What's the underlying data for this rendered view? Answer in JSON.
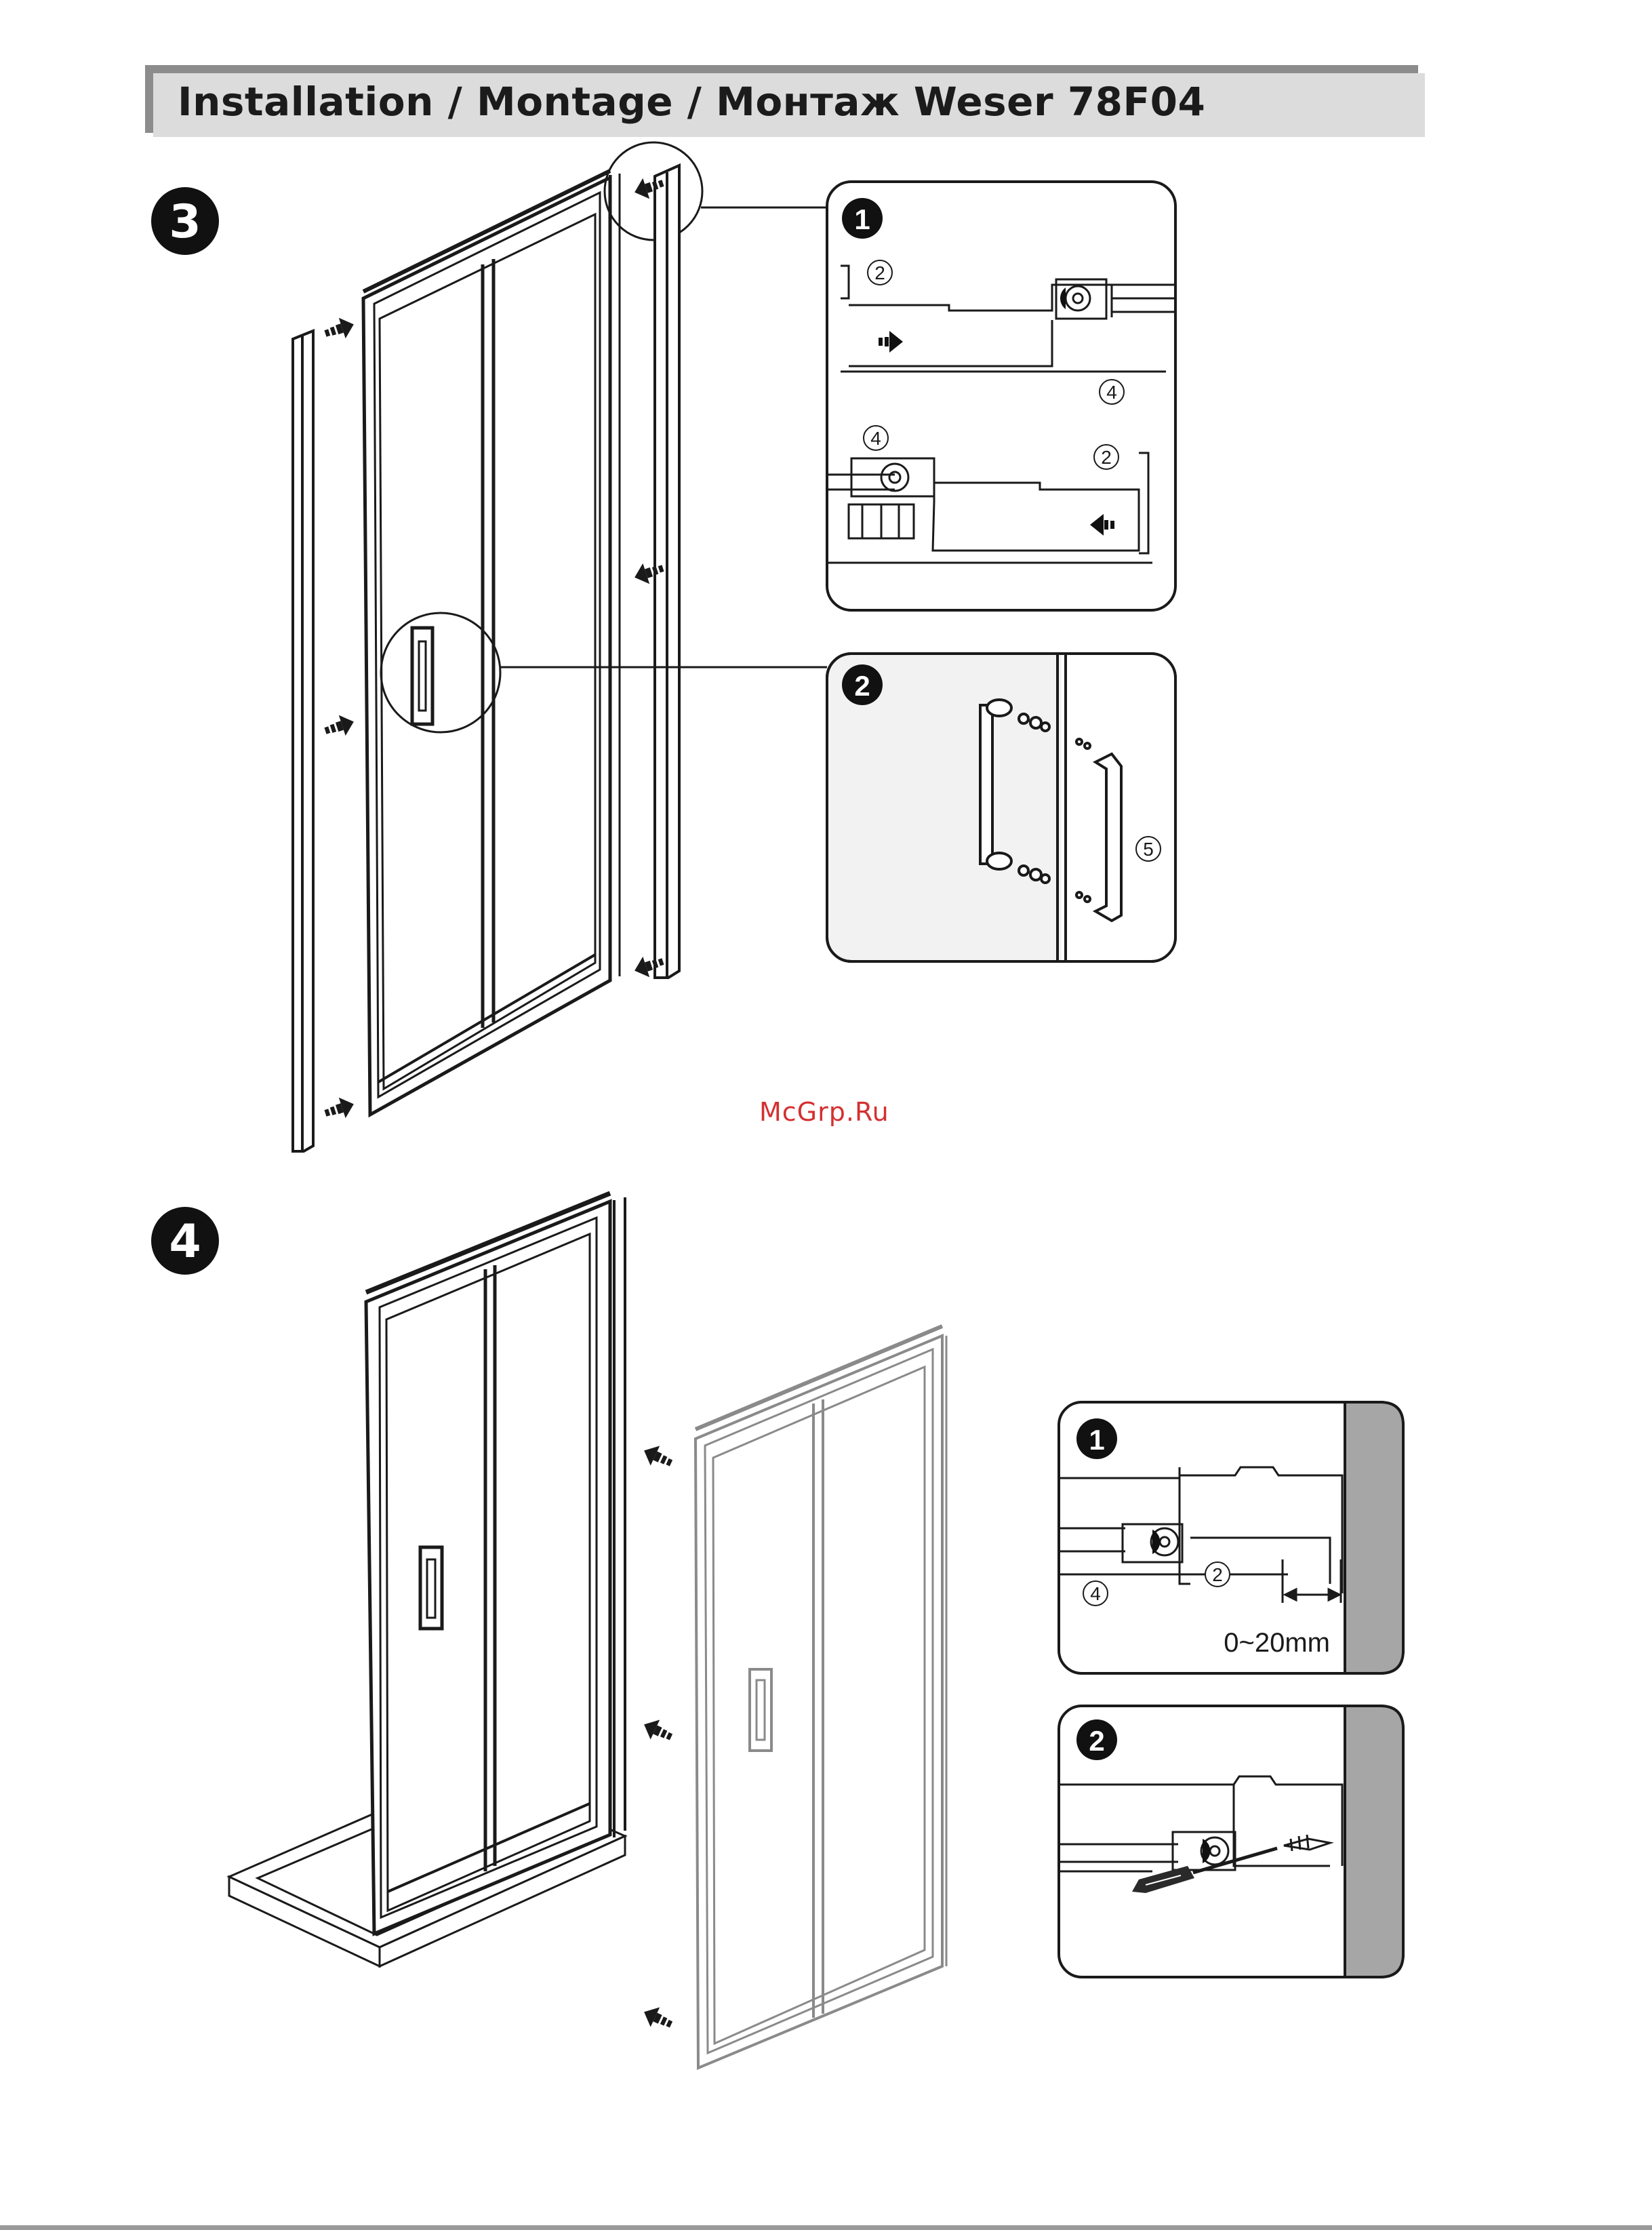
{
  "header": {
    "title": "Installation / Montage / Монтаж Weser 78F04"
  },
  "steps": {
    "step3": {
      "number": "3"
    },
    "step4": {
      "number": "4"
    }
  },
  "detail_step3": {
    "panel1": {
      "badge": "1",
      "part_a": "2",
      "part_b": "4"
    },
    "panel2": {
      "badge": "2",
      "part_handle": "5"
    }
  },
  "detail_step4": {
    "panel1": {
      "badge": "1",
      "part_a": "4",
      "part_b": "2",
      "gap_label": "0~20mm"
    },
    "panel2": {
      "badge": "2"
    }
  },
  "watermark": "McGrp.Ru",
  "colors": {
    "line": "#1a1a1a",
    "panel_bg": "#f2f2f2",
    "wall": "#a6a6a6",
    "title_bg": "#dcdcdc"
  }
}
